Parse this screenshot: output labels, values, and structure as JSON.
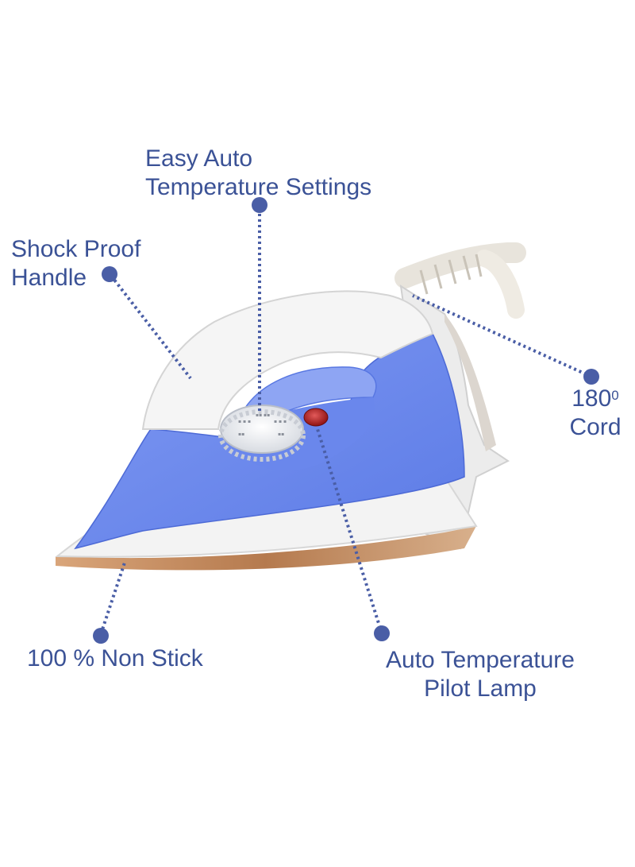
{
  "colors": {
    "label": "#3b5296",
    "accent_dot": "#4a5ea6",
    "iron_blue": "#6f8cef",
    "iron_white": "#f2f2f2",
    "soleplate": "#b57a4e"
  },
  "callouts": {
    "temperature_settings": {
      "line1": "Easy Auto",
      "line2": "Temperature Settings"
    },
    "handle": {
      "line1": "Shock Proof",
      "line2": "Handle"
    },
    "cord": {
      "line1": "180",
      "superscript": "0",
      "line2": "Cord"
    },
    "non_stick": {
      "line1": "100 % Non Stick"
    },
    "pilot_lamp": {
      "line1": "Auto Temperature",
      "line2": "Pilot Lamp"
    }
  },
  "icons": [
    "callout-dot-icon"
  ]
}
